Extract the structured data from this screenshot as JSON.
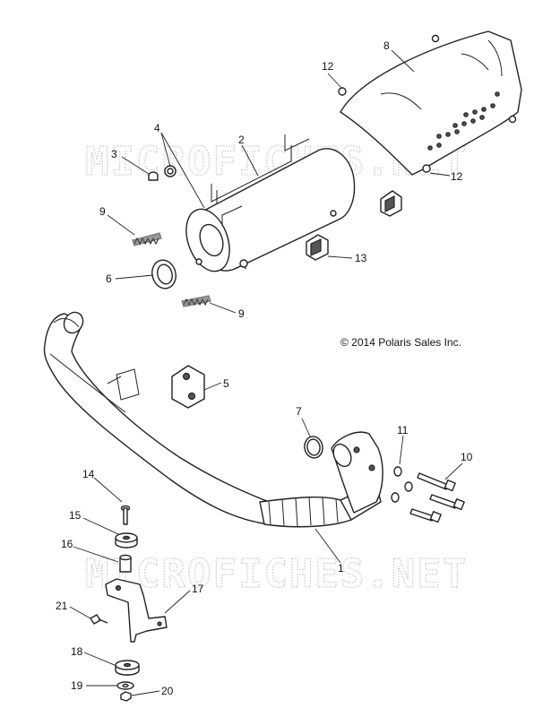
{
  "watermark": "MICROFICHES.NET",
  "copyright": "© 2014 Polaris Sales Inc.",
  "callouts": {
    "c1": "1",
    "c2": "2",
    "c3": "3",
    "c4": "4",
    "c5": "5",
    "c6": "6",
    "c7": "7",
    "c8": "8",
    "c9a": "9",
    "c9b": "9",
    "c10": "10",
    "c11": "11",
    "c12a": "12",
    "c12b": "12",
    "c13": "13",
    "c14": "14",
    "c15": "15",
    "c16": "16",
    "c17": "17",
    "c18": "18",
    "c19": "19",
    "c20": "20",
    "c21": "21"
  }
}
